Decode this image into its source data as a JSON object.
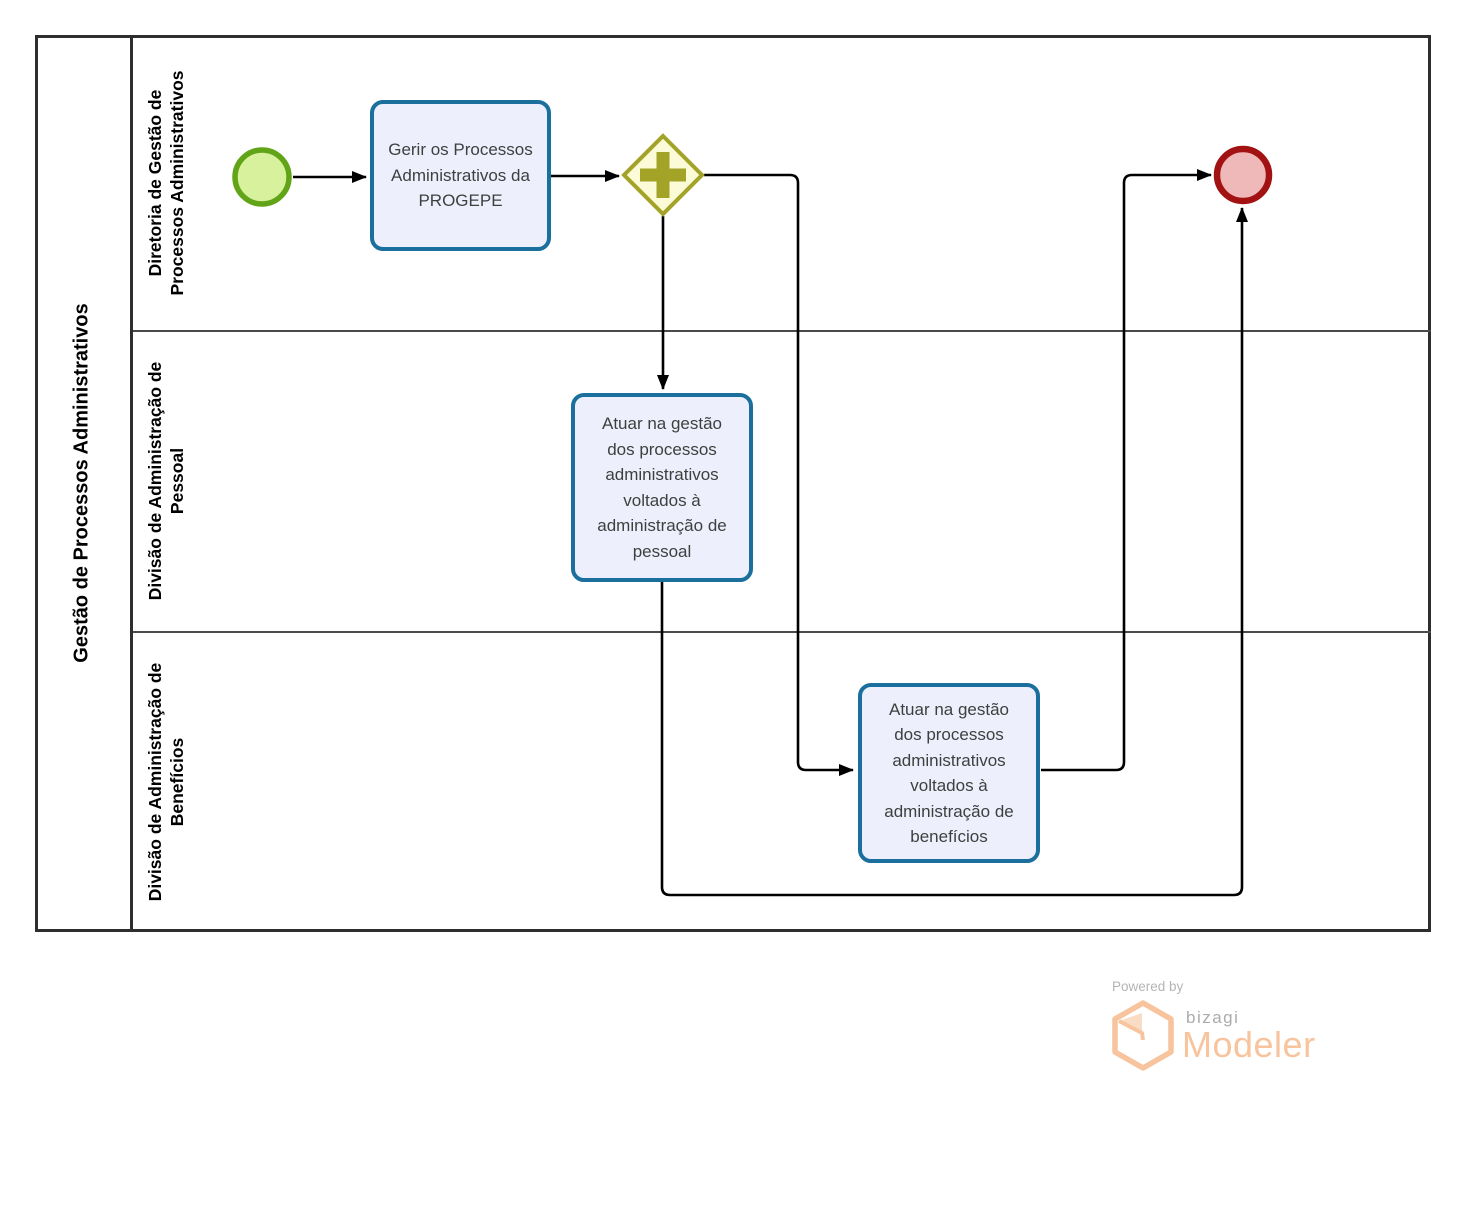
{
  "pool": {
    "title": "Gestão de Processos Administrativos",
    "lanes": [
      {
        "label": "Diretoria de Gestão de Processos Administrativos"
      },
      {
        "label": "Divisão de Administração de Pessoal"
      },
      {
        "label": "Divisão de Administração de Benefícios"
      }
    ]
  },
  "nodes": {
    "start_event": {
      "kind": "start-event"
    },
    "task_gerir": {
      "label": "Gerir os Processos Administrativos da PROGEPE"
    },
    "gateway_parallel": {
      "kind": "parallel-gateway"
    },
    "task_pessoal": {
      "label": "Atuar na gestão dos processos administrativos voltados à administração de pessoal"
    },
    "task_beneficios": {
      "label": "Atuar na gestão dos processos administrativos voltados à administração de benefícios"
    },
    "end_event": {
      "kind": "end-event"
    }
  },
  "colors": {
    "task_border": "#1b6f9c",
    "task_fill": "#edf0fc",
    "start_border": "#61a417",
    "start_fill": "#d8f19c",
    "gateway_border": "#a3a328",
    "gateway_fill": "#fbfbd7",
    "end_border": "#a31212",
    "end_fill": "#f0b9b9",
    "connector": "#000000",
    "lane_border": "#2e2e2e",
    "logo_orange": "#f7c49d",
    "logo_gray": "#ababab"
  },
  "branding": {
    "powered_by": "Powered by",
    "brand": "bizagi",
    "product": "Modeler"
  }
}
